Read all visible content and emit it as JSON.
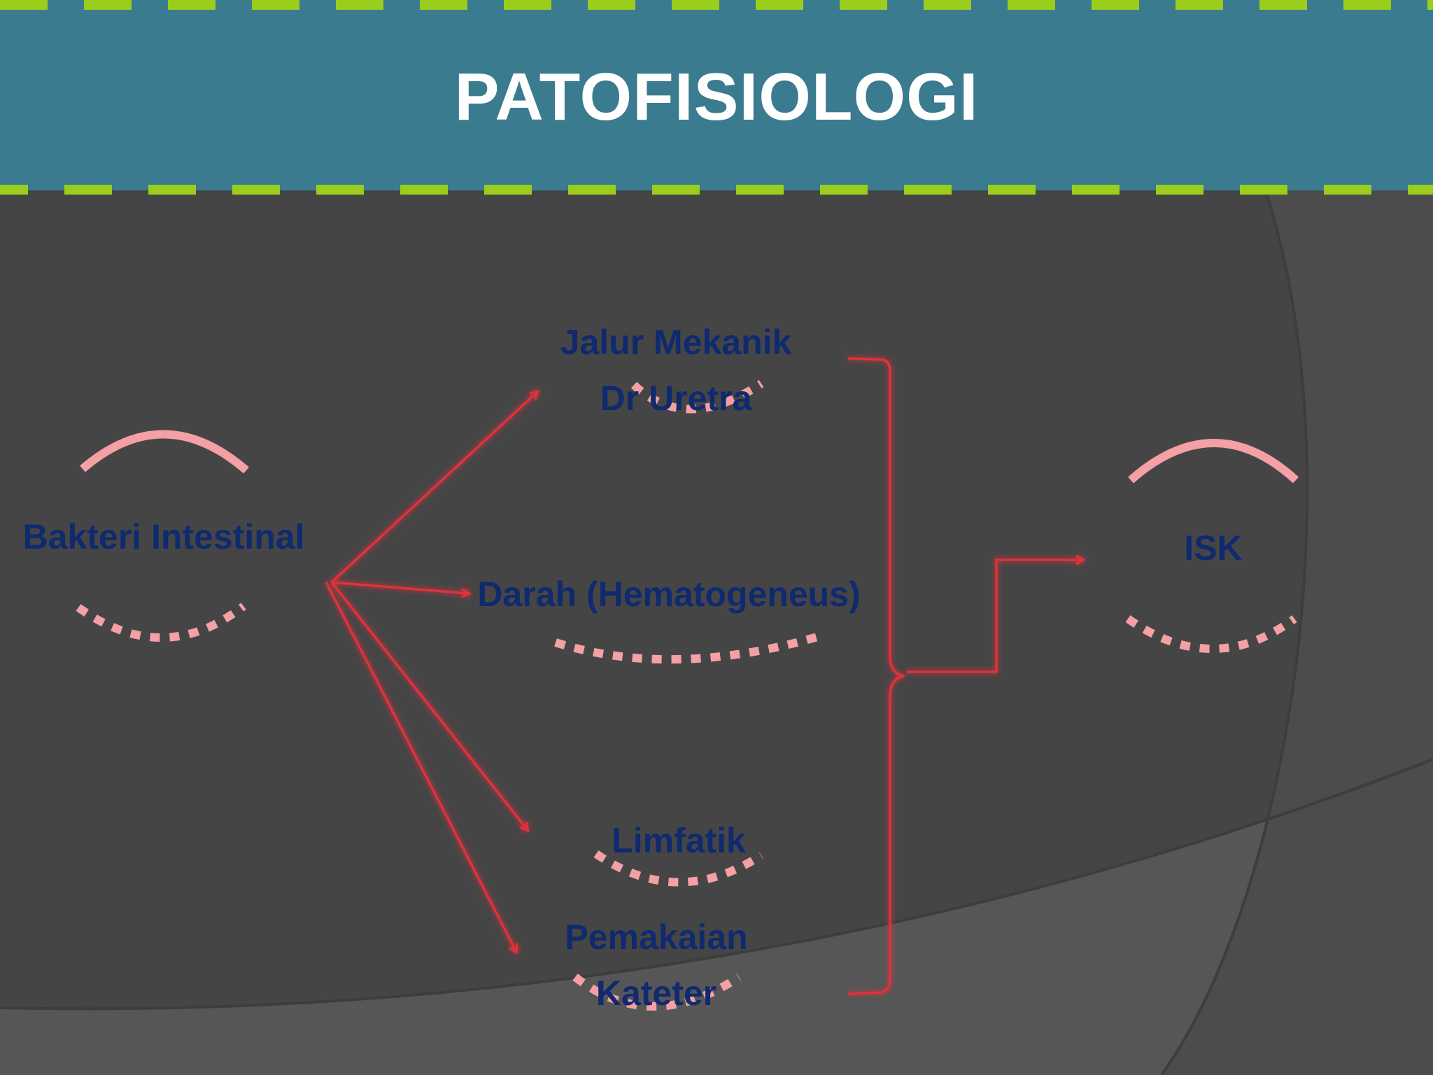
{
  "title": "PATOFISIOLOGI",
  "colors": {
    "header": "#3a7b8f",
    "dashes": "#9acd1c",
    "background": "#464546",
    "arc": "#f4a0a4",
    "arrow": "#e0303a",
    "label": "#0f2a6e"
  },
  "nodes": {
    "source": "Bakteri Intestinal",
    "route_mechanical_1": "Jalur Mekanik",
    "route_mechanical_2": "Dr Uretra",
    "route_blood": "Darah (Hematogeneus)",
    "route_lymph": "Limfatik",
    "route_catheter_1": "Pemakaian",
    "route_catheter_2": "Kateter",
    "result": "ISK"
  }
}
